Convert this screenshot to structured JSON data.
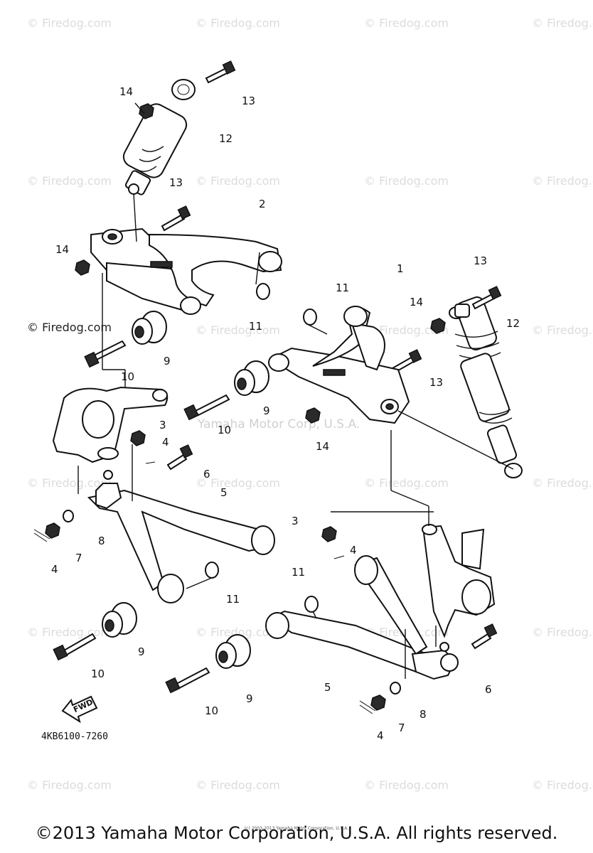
{
  "watermark": {
    "text": "© Firedog.com",
    "center_text": "Yamaha Motor Corp, U.S.A."
  },
  "diagram_code": "4KB6100-7260",
  "fwd_label": "FWD",
  "callouts": {
    "1": "1",
    "2": "2",
    "3": "3",
    "4": "4",
    "5": "5",
    "6": "6",
    "7": "7",
    "8": "8",
    "9": "9",
    "10": "10",
    "11": "11",
    "12": "12",
    "13": "13",
    "14": "14"
  },
  "footer": {
    "copyright": "©2013 Yamaha Motor Corporation, U.S.A. All rights reserved.",
    "small_copyright": "(c) 2003-2013 Yamaha Motor Corporation, U.S.A."
  }
}
